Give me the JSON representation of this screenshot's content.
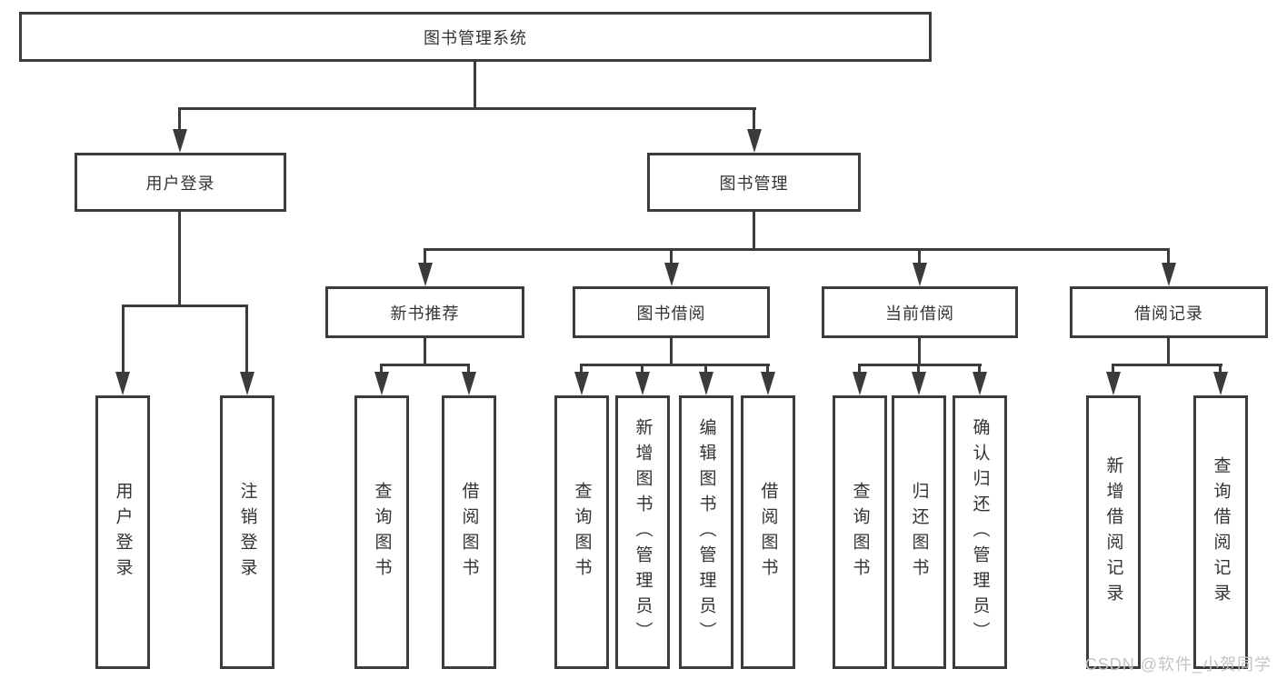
{
  "colors": {
    "line": "#3b3b3b",
    "text": "#333333",
    "box_background": "#ffffff",
    "page_background": "#ffffff",
    "watermark": "#c4c4c4"
  },
  "watermark": "CSDN @软件_小贺同学",
  "tree": {
    "root": {
      "label": "图书管理系统"
    },
    "branches": [
      {
        "label": "用户登录",
        "children": [
          {
            "label": "用户登录"
          },
          {
            "label": "注销登录"
          }
        ]
      },
      {
        "label": "图书管理",
        "groups": [
          {
            "label": "新书推荐",
            "children": [
              {
                "label": "查询图书"
              },
              {
                "label": "借阅图书"
              }
            ]
          },
          {
            "label": "图书借阅",
            "children": [
              {
                "label": "查询图书"
              },
              {
                "label": "新增图书（管理员）"
              },
              {
                "label": "编辑图书（管理员）"
              },
              {
                "label": "借阅图书"
              }
            ]
          },
          {
            "label": "当前借阅",
            "children": [
              {
                "label": "查询图书"
              },
              {
                "label": "归还图书"
              },
              {
                "label": "确认归还（管理员）"
              }
            ]
          },
          {
            "label": "借阅记录",
            "children": [
              {
                "label": "新增借阅记录"
              },
              {
                "label": "查询借阅记录"
              }
            ]
          }
        ]
      }
    ]
  }
}
